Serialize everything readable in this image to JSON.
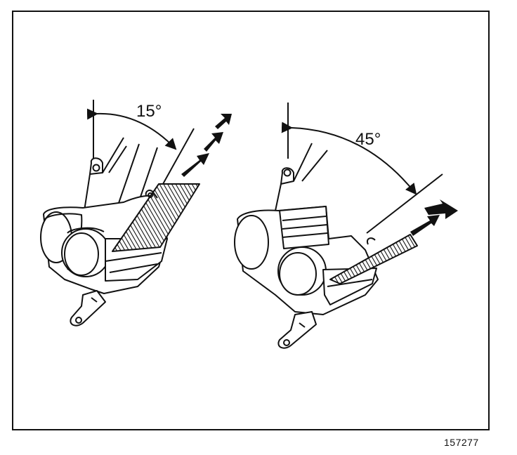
{
  "figure": {
    "left_panel": {
      "angle_label": "15°"
    },
    "right_panel": {
      "angle_label": "45°"
    },
    "reference_code": "157277"
  },
  "colors": {
    "ink": "#111111",
    "paper": "#ffffff"
  }
}
